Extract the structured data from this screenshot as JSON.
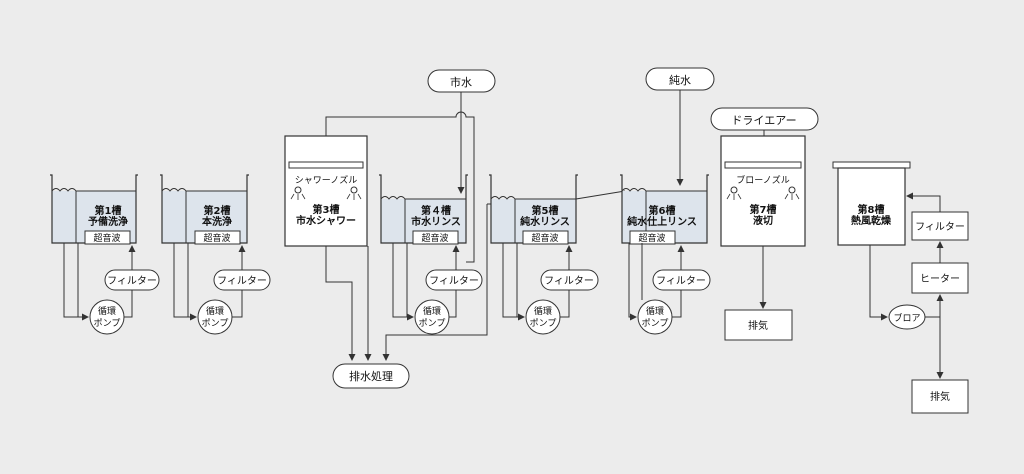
{
  "sources": {
    "city_water": "市水",
    "pure_water": "純水",
    "dry_air": "ドライエアー"
  },
  "tanks": [
    {
      "num": "第1槽",
      "name": "予備洗浄",
      "device": "超音波",
      "filter": "フィルター",
      "pump_line1": "循環",
      "pump_line2": "ポンプ"
    },
    {
      "num": "第2槽",
      "name": "本洗浄",
      "device": "超音波",
      "filter": "フィルター",
      "pump_line1": "循環",
      "pump_line2": "ポンプ"
    },
    {
      "num": "第3槽",
      "name": "市水シャワー",
      "nozzle": "シャワーノズル"
    },
    {
      "num": "第４槽",
      "name": "市水リンス",
      "device": "超音波",
      "filter": "フィルター",
      "pump_line1": "循環",
      "pump_line2": "ポンプ"
    },
    {
      "num": "第5槽",
      "name": "純水リンス",
      "device": "超音波",
      "filter": "フィルター",
      "pump_line1": "循環",
      "pump_line2": "ポンプ"
    },
    {
      "num": "第6槽",
      "name": "純水仕上リンス",
      "device": "超音波",
      "filter": "フィルター",
      "pump_line1": "循環",
      "pump_line2": "ポンプ"
    },
    {
      "num": "第7槽",
      "name": "液切",
      "nozzle": "ブローノズル",
      "exhaust": "排気"
    },
    {
      "num": "第8槽",
      "name": "熱風乾燥",
      "filter": "フィルター",
      "heater": "ヒーター",
      "blower": "ブロア",
      "exhaust": "排気"
    }
  ],
  "drain": "排水処理",
  "colors": {
    "background": "#ececec",
    "water": "#dde4ec",
    "line": "#333333",
    "box": "#ffffff"
  }
}
